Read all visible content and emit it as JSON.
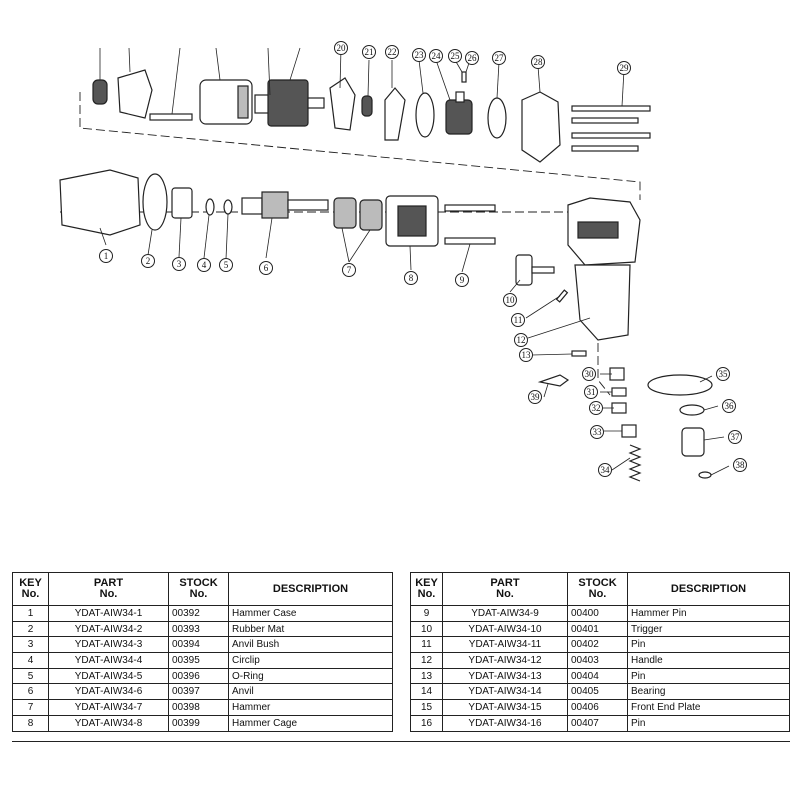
{
  "table_headers": {
    "key": [
      "KEY",
      "No."
    ],
    "part": [
      "PART",
      "No."
    ],
    "stock": [
      "STOCK",
      "No."
    ],
    "description": "DESCRIPTION"
  },
  "parts_left": [
    {
      "key": "1",
      "part": "YDAT-AIW34-1",
      "stock": "00392",
      "description": "Hammer Case"
    },
    {
      "key": "2",
      "part": "YDAT-AIW34-2",
      "stock": "00393",
      "description": "Rubber Mat"
    },
    {
      "key": "3",
      "part": "YDAT-AIW34-3",
      "stock": "00394",
      "description": "Anvil Bush"
    },
    {
      "key": "4",
      "part": "YDAT-AIW34-4",
      "stock": "00395",
      "description": "Circlip"
    },
    {
      "key": "5",
      "part": "YDAT-AIW34-5",
      "stock": "00396",
      "description": "O-Ring"
    },
    {
      "key": "6",
      "part": "YDAT-AIW34-6",
      "stock": "00397",
      "description": "Anvil"
    },
    {
      "key": "7",
      "part": "YDAT-AIW34-7",
      "stock": "00398",
      "description": "Hammer"
    },
    {
      "key": "8",
      "part": "YDAT-AIW34-8",
      "stock": "00399",
      "description": "Hammer Cage"
    }
  ],
  "parts_right": [
    {
      "key": "9",
      "part": "YDAT-AIW34-9",
      "stock": "00400",
      "description": "Hammer Pin"
    },
    {
      "key": "10",
      "part": "YDAT-AIW34-10",
      "stock": "00401",
      "description": "Trigger"
    },
    {
      "key": "11",
      "part": "YDAT-AIW34-11",
      "stock": "00402",
      "description": "Pin"
    },
    {
      "key": "12",
      "part": "YDAT-AIW34-12",
      "stock": "00403",
      "description": "Handle"
    },
    {
      "key": "13",
      "part": "YDAT-AIW34-13",
      "stock": "00404",
      "description": "Pin"
    },
    {
      "key": "14",
      "part": "YDAT-AIW34-14",
      "stock": "00405",
      "description": "Bearing"
    },
    {
      "key": "15",
      "part": "YDAT-AIW34-15",
      "stock": "00406",
      "description": "Front End Plate"
    },
    {
      "key": "16",
      "part": "YDAT-AIW34-16",
      "stock": "00407",
      "description": "Pin"
    }
  ],
  "callouts": [
    "1",
    "2",
    "3",
    "4",
    "5",
    "6",
    "7",
    "8",
    "9",
    "10",
    "11",
    "12",
    "13",
    "20",
    "21",
    "22",
    "23",
    "24",
    "25",
    "26",
    "27",
    "28",
    "29",
    "30",
    "31",
    "32",
    "33",
    "34",
    "35",
    "36",
    "37",
    "38",
    "39"
  ]
}
